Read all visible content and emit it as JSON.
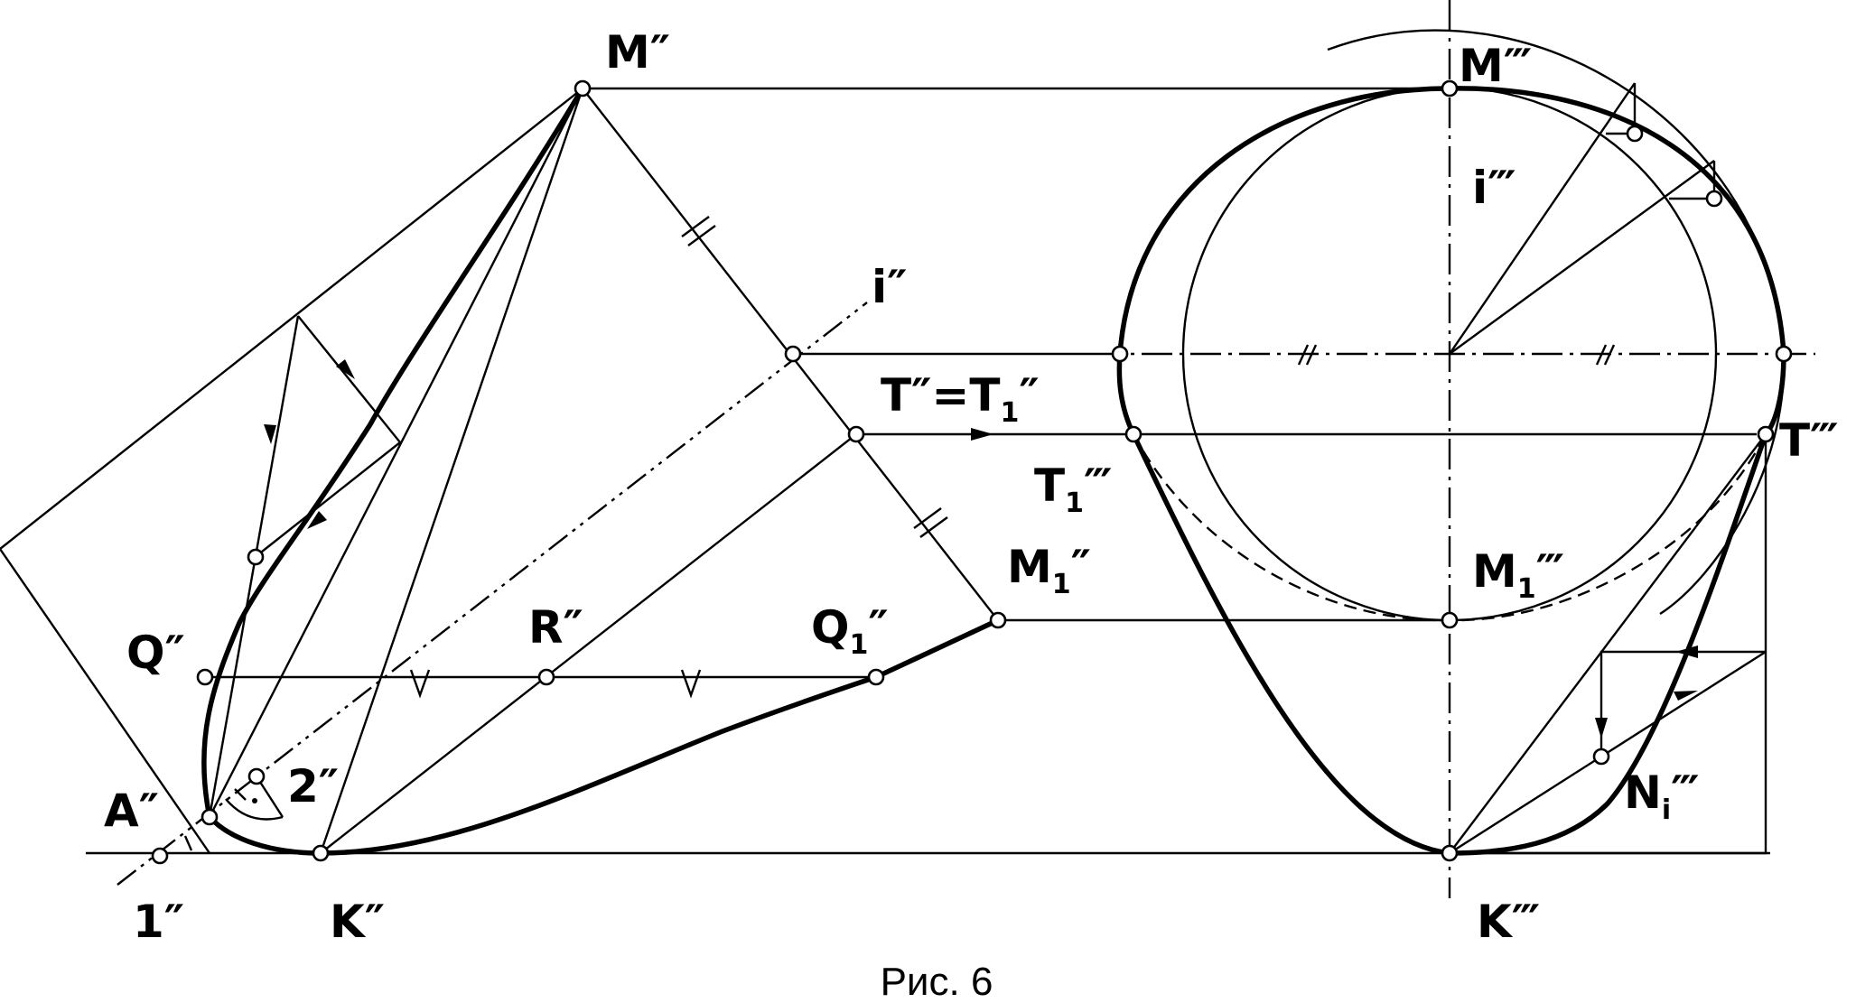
{
  "figure": {
    "caption": "Рис. 6"
  },
  "labels": {
    "M2": "M″",
    "M3": "M‴",
    "i2": "i″",
    "i3": "i‴",
    "T2": "T″=T",
    "T2_sub": "1",
    "T2_tail": "″",
    "T3": "T‴",
    "T13": "T",
    "T13_sub": "1",
    "T13_tail": "‴",
    "M12": "M",
    "M12_sub": "1",
    "M12_tail": "″",
    "M13": "M",
    "M13_sub": "1",
    "M13_tail": "‴",
    "Q2": "Q″",
    "R2": "R″",
    "Q12": "Q",
    "Q12_sub": "1",
    "Q12_tail": "″",
    "A2": "A″",
    "P2": "2″",
    "P1": "1″",
    "K2": "K″",
    "K3": "K‴",
    "N3": "N",
    "N3_sub": "i",
    "N3_tail": "‴"
  }
}
